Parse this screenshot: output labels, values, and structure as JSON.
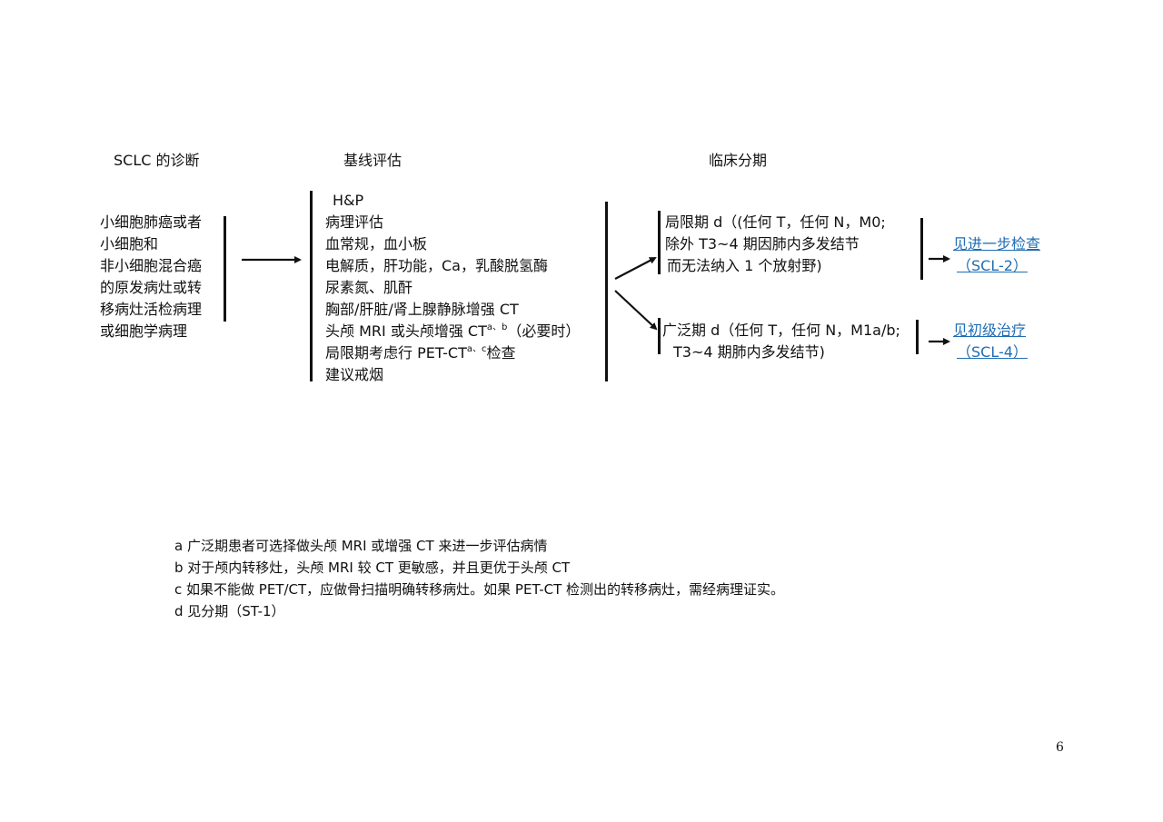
{
  "headers": {
    "diagnosis": "SCLC 的诊断",
    "baseline": "基线评估",
    "staging": "临床分期"
  },
  "diagnosis_lines": [
    "小细胞肺癌或者",
    "小细胞和",
    "非小细胞混合癌",
    "的原发病灶或转",
    "移病灶活检病理",
    "或细胞学病理"
  ],
  "baseline_items": {
    "hp": "H&P",
    "pathology": "病理评估",
    "blood": "血常规，血小板",
    "electrolytes": "电解质，肝功能，Ca，乳酸脱氢酶",
    "urea": "尿素氮、肌酐",
    "chest_ct": "胸部/肝脏/肾上腺静脉增强 CT",
    "head_pre": "头颅 MRI 或头颅增强 CT",
    "head_sup": "a、b",
    "head_post": "（必要时）",
    "pet_pre": "局限期考虑行 PET-CT",
    "pet_sup": "a、c",
    "pet_post": "检查",
    "smoking": "建议戒烟"
  },
  "limited": {
    "line1": "局限期 d（(任何 T，任何 N，M0;",
    "line2": "除外 T3~4 期因肺内多发结节",
    "line3": "而无法纳入 1 个放射野)",
    "link_line1": "见进一步检查",
    "link_line2": "（SCL-2）"
  },
  "extensive": {
    "line1": "广泛期 d（任何 T，任何 N，M1a/b;",
    "line2": "T3~4 期肺内多发结节)",
    "link_line1": "见初级治疗",
    "link_line2": "（SCL-4）"
  },
  "footnotes": [
    "a  广泛期患者可选择做头颅 MRI 或增强 CT 来进一步评估病情",
    "b  对于颅内转移灶，头颅 MRI 较 CT 更敏感，并且更优于头颅 CT",
    "c  如果不能做 PET/CT，应做骨扫描明确转移病灶。如果 PET-CT 检测出的转移病灶，需经病理证实。",
    "d  见分期（ST-1）"
  ],
  "page_number": "6"
}
